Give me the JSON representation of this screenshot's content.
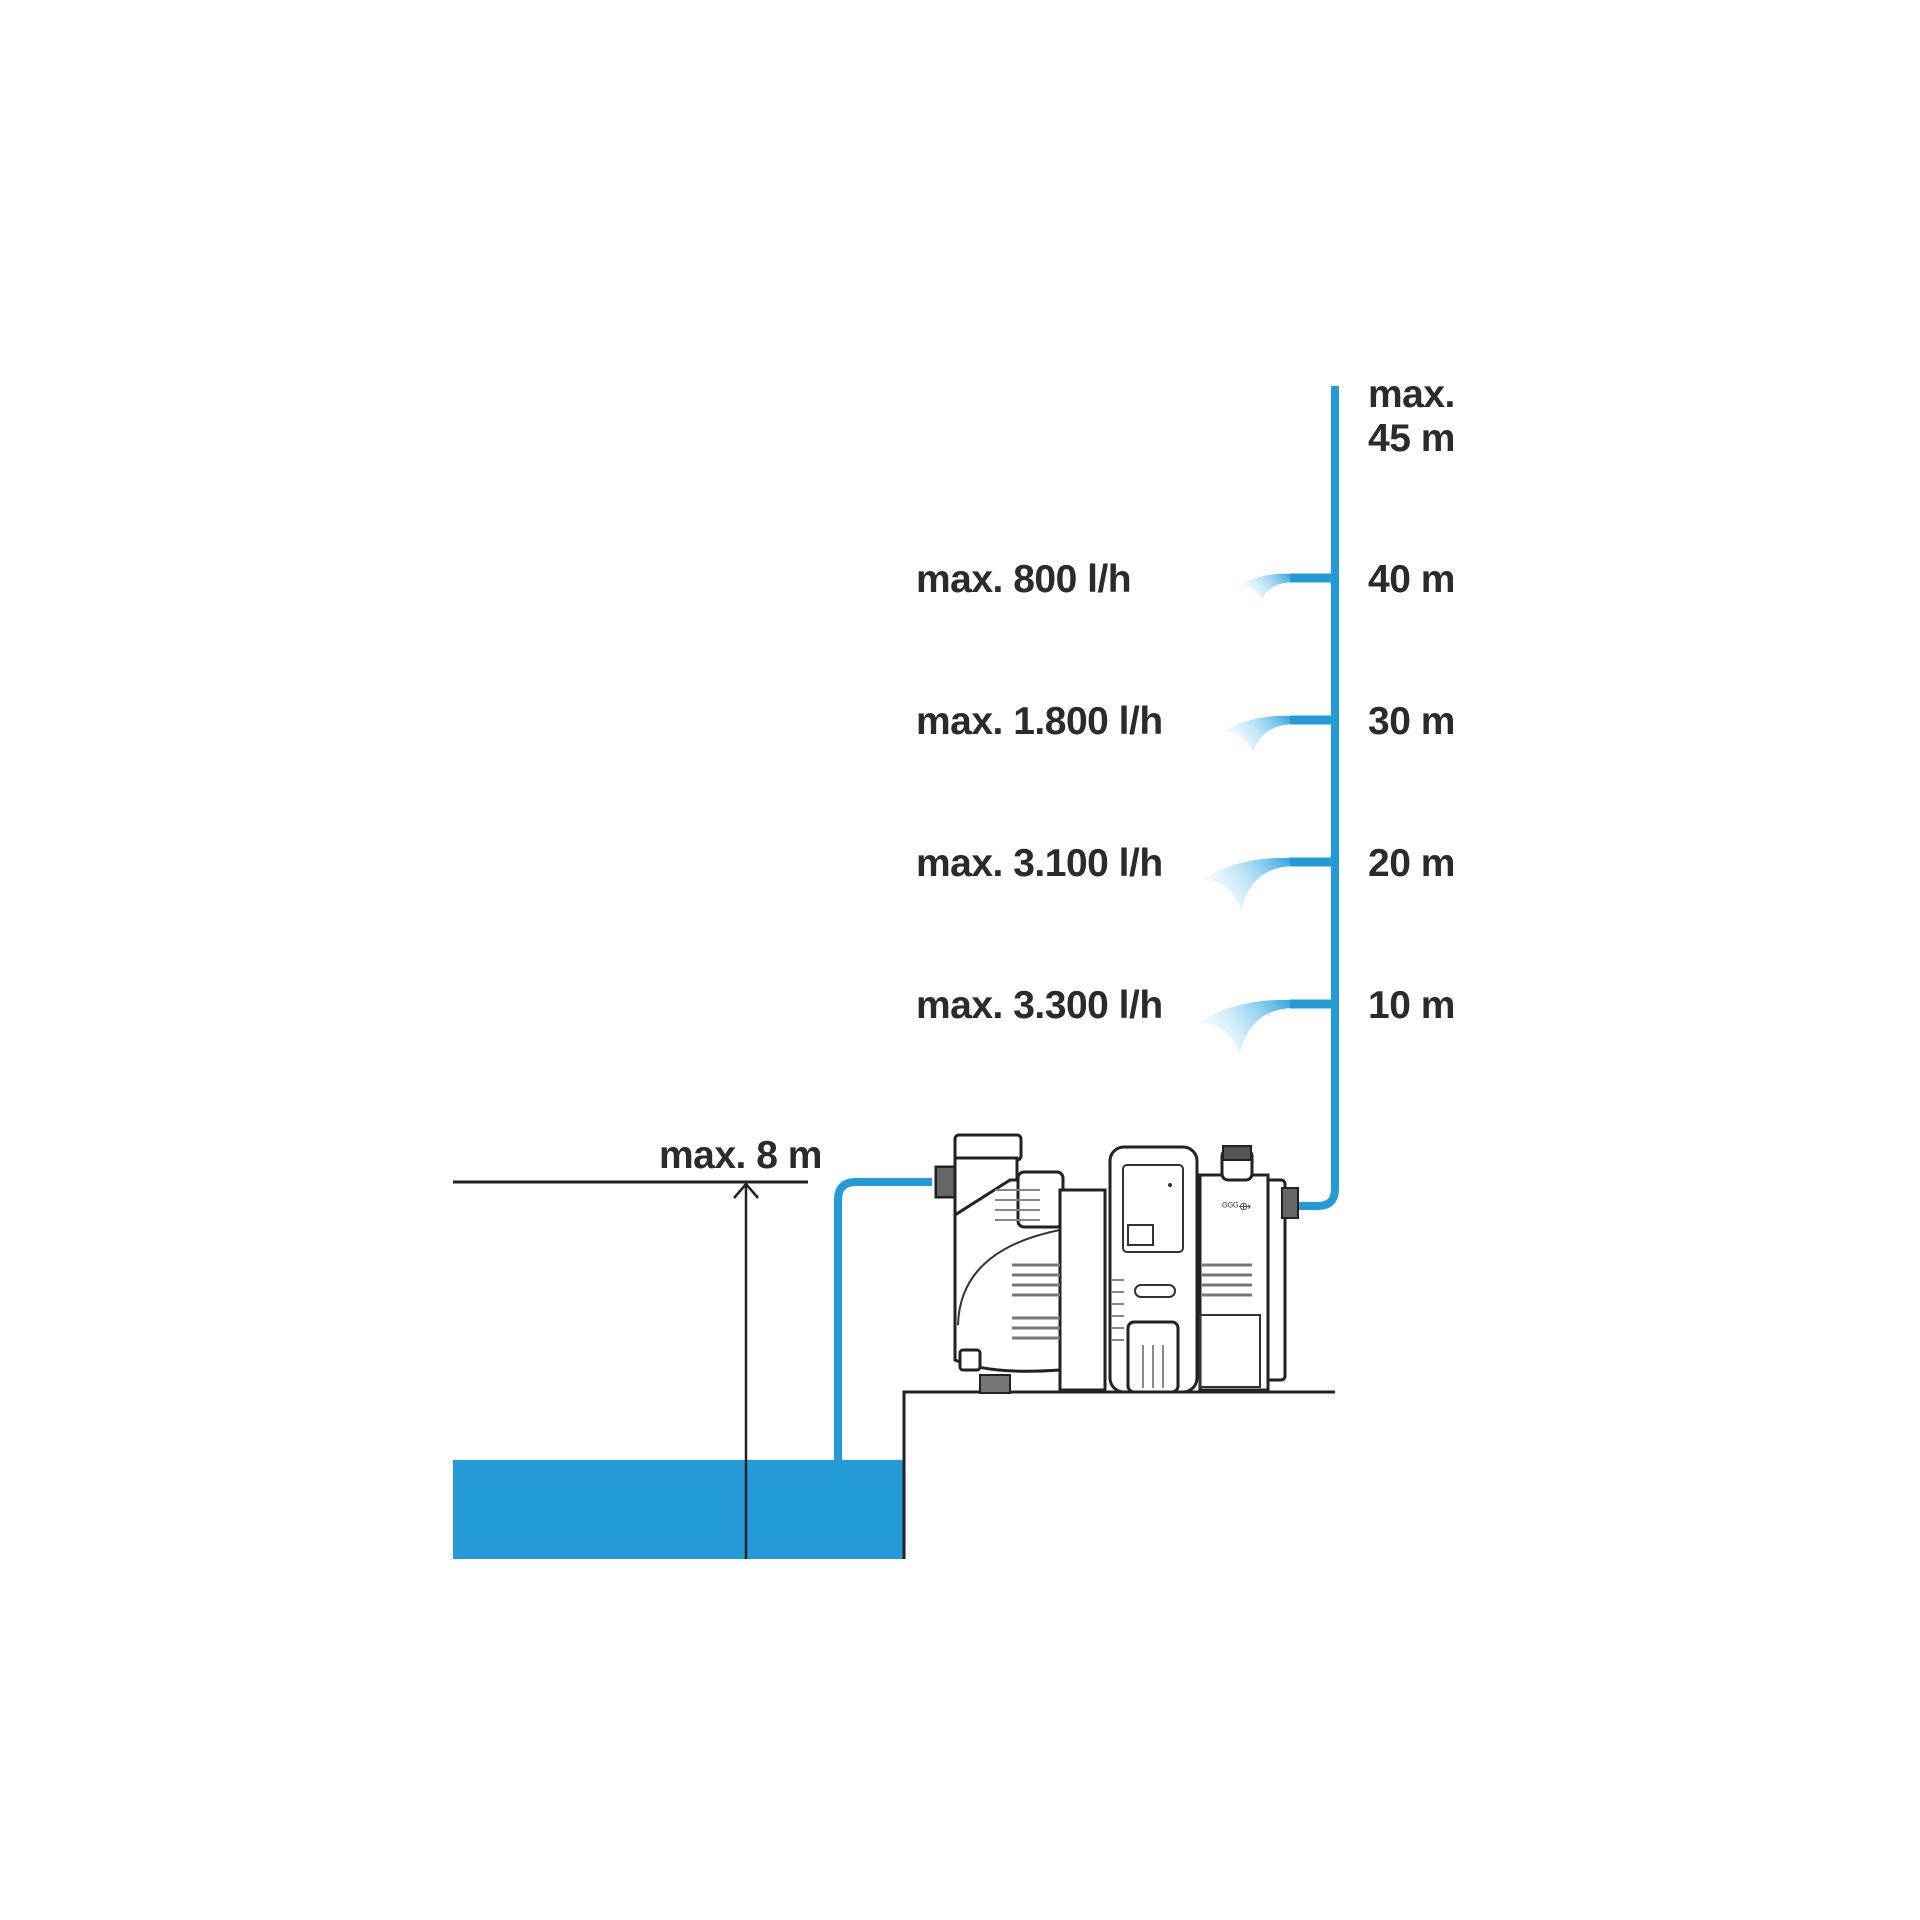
{
  "colors": {
    "water": "#249bd7",
    "pipe": "#249bd7",
    "spray": "#5fc0ee",
    "line": "#222222"
  },
  "max_height": {
    "line1": "max.",
    "line2": "45 m",
    "value_m": 45
  },
  "levels": [
    {
      "height_label": "40 m",
      "flow_label": "max. 800 l/h",
      "height_m": 40,
      "flow_lph": 800
    },
    {
      "height_label": "30 m",
      "flow_label": "max. 1.800 l/h",
      "height_m": 30,
      "flow_lph": 1800
    },
    {
      "height_label": "20 m",
      "flow_label": "max. 3.100 l/h",
      "height_m": 20,
      "flow_lph": 3100
    },
    {
      "height_label": "10 m",
      "flow_label": "max. 3.300 l/h",
      "height_m": 10,
      "flow_lph": 3300
    }
  ],
  "suction": {
    "label": "max. 8 m",
    "value_m": 8
  },
  "pump": {
    "logo_text": "ᴳᴳᴳ⟴"
  }
}
